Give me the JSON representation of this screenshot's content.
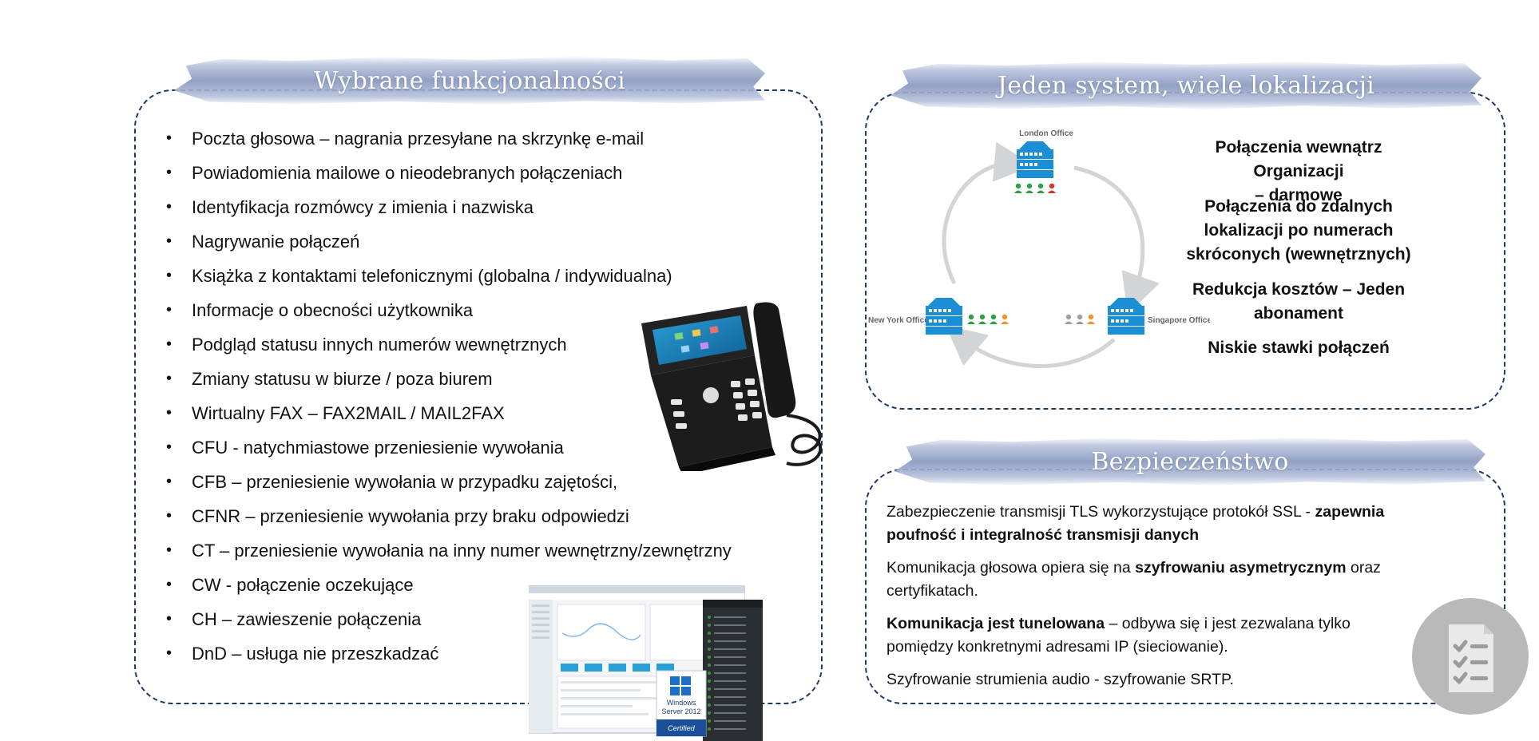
{
  "features_panel": {
    "title": "Wybrane funkcjonalności",
    "items": [
      "Poczta głosowa – nagrania przesyłane na skrzynkę e-mail",
      "Powiadomienia mailowe o nieodebranych połączeniach",
      "Identyfikacja rozmówcy z imienia i nazwiska",
      "Nagrywanie połączeń",
      "Książka z kontaktami telefonicznymi (globalna / indywidualna)",
      "Informacje o obecności użytkownika",
      "Podgląd statusu innych numerów wewnętrznych",
      "Zmiany statusu  w biurze / poza biurem",
      "Wirtualny FAX – FAX2MAIL / MAIL2FAX",
      "CFU - natychmiastowe przeniesienie wywołania",
      "CFB – przeniesienie wywołania w przypadku zajętości,",
      "CFNR – przeniesienie wywołania przy braku odpowiedzi",
      "CT – przeniesienie wywołania na inny numer wewnętrzny/zewnętrzny",
      "CW - połączenie oczekujące",
      "CH – zawieszenie połączenia",
      "DnD – usługa nie przeszkadzać"
    ],
    "badge": {
      "line1": "Windows",
      "line2": "Server 2012",
      "line3": "Certified"
    }
  },
  "locations_panel": {
    "title": "Jeden system, wiele lokalizacji",
    "offices": {
      "top": "London Office",
      "left": "New York Office",
      "right": "Singapore Office"
    },
    "benefits": [
      {
        "line1": "Połączenia wewnątrz Organizacji",
        "line2": "– darmowe"
      },
      {
        "line1": "Połączenia do zdalnych",
        "line2": "lokalizacji po numerach",
        "line3": "skróconych (wewnętrznych)"
      },
      {
        "line1": "Redukcja kosztów – Jeden",
        "line2": "abonament"
      },
      {
        "line1": "Niskie stawki połączeń"
      }
    ],
    "colors": {
      "server": "#1b8fd6",
      "user_green": "#2ea043",
      "user_red": "#d9342b",
      "user_orange": "#e79a2a",
      "user_gray": "#9aa0a6",
      "arrow": "#d2d4d6"
    }
  },
  "security_panel": {
    "title": "Bezpieczeństwo",
    "p1_normal": "Zabezpieczenie transmisji TLS wykorzystujące protokół SSL - ",
    "p1_bold_a": "zapewnia",
    "p1_bold_b": "poufność i integralność transmisji danych",
    "p2_normal_a": "Komunikacja głosowa opiera się na ",
    "p2_bold": "szyfrowaniu asymetrycznym",
    "p2_normal_b": " oraz",
    "p2_normal_c": "certyfikatach.",
    "p3_bold": "Komunikacja jest tunelowana",
    "p3_normal_a": " – odbywa się i jest zezwalana tylko",
    "p3_normal_b": "pomiędzy konkretnymi adresami IP (sieciowanie).",
    "p4": "Szyfrowanie strumienia audio -  szyfrowanie SRTP.",
    "icon": "checklist-icon"
  },
  "colors": {
    "panel_border": "#1f3a66",
    "brush": "#9aa8cc",
    "title_text": "#ffffff"
  }
}
